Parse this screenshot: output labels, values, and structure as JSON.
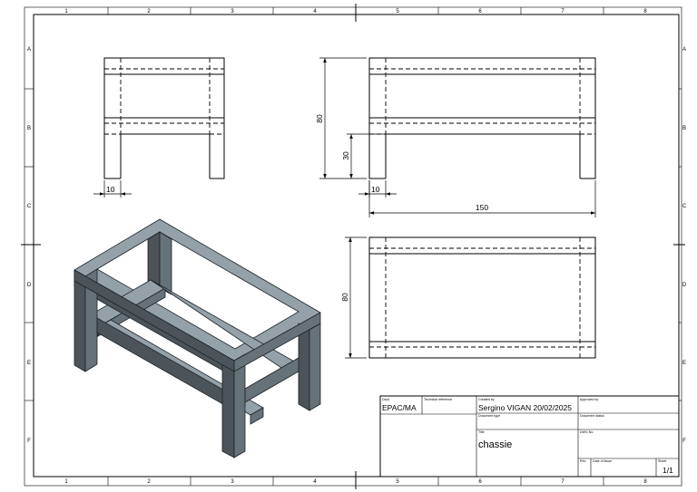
{
  "sheet": {
    "column_labels": [
      "1",
      "2",
      "3",
      "4",
      "5",
      "6",
      "7",
      "8"
    ],
    "row_labels": [
      "A",
      "B",
      "C",
      "D",
      "E",
      "F"
    ]
  },
  "dimensions": {
    "front_width": "10",
    "side_height": "80",
    "side_mid": "30",
    "side_foot": "10",
    "side_length": "150",
    "top_height": "80"
  },
  "title_block": {
    "dept_label": "Dept.",
    "dept": "EPAC/MA",
    "tech_ref_label": "Technical reference",
    "created_by_label": "Created by",
    "created_by": "Sergino VIGAN 20/02/2025",
    "approved_by_label": "Approved by",
    "doc_type_label": "Document type",
    "doc_status_label": "Document status",
    "title_label": "Title",
    "title": "chassie",
    "dwg_no_label": "DWG No.",
    "rev_label": "Rev.",
    "date_label": "Date of issue",
    "sheet_label": "Sheet",
    "sheet": "1/1"
  }
}
